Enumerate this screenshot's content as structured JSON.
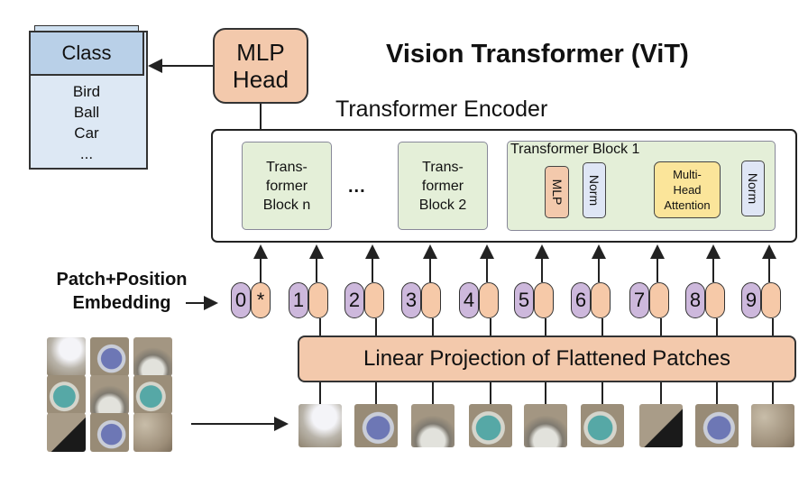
{
  "title": "Vision Transformer (ViT)",
  "class_box": {
    "header": "Class",
    "items": [
      "Bird",
      "Ball",
      "Car",
      "..."
    ]
  },
  "mlp_head": {
    "line1": "MLP",
    "line2": "Head"
  },
  "encoder": {
    "title": "Transformer Encoder",
    "block_n": [
      "Trans-",
      "former",
      "Block n"
    ],
    "dots": "...",
    "block_2": [
      "Trans-",
      "former",
      "Block 2"
    ],
    "block_1": {
      "title": "Transformer Block 1",
      "mlp": "MLP",
      "norm_a": "Norm",
      "attention": [
        "Multi-",
        "Head",
        "Attention"
      ],
      "norm_b": "Norm"
    }
  },
  "embedding_label": [
    "Patch+Position",
    "Embedding"
  ],
  "tokens": [
    {
      "pos": "0",
      "patch": "*"
    },
    {
      "pos": "1",
      "patch": ""
    },
    {
      "pos": "2",
      "patch": ""
    },
    {
      "pos": "3",
      "patch": ""
    },
    {
      "pos": "4",
      "patch": ""
    },
    {
      "pos": "5",
      "patch": ""
    },
    {
      "pos": "6",
      "patch": ""
    },
    {
      "pos": "7",
      "patch": ""
    },
    {
      "pos": "8",
      "patch": ""
    },
    {
      "pos": "9",
      "patch": ""
    }
  ],
  "linear_projection": "Linear Projection of Flattened Patches",
  "colors": {
    "mlp": "#f3c9ac",
    "norm": "#dfe6f5",
    "attention": "#fbe59a",
    "block": "#e4efd8",
    "position_token": "#cdb8dc",
    "patch_token": "#f6c9a8",
    "class_header": "#b9d0e8"
  },
  "patch_textures": [
    "white",
    "blue",
    "rim",
    "teal",
    "rim",
    "teal",
    "dark",
    "blue",
    "sand"
  ]
}
